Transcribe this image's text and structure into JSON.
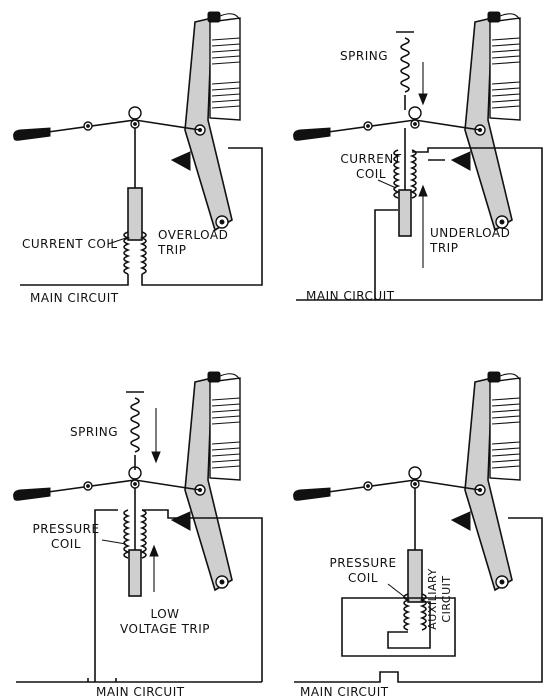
{
  "panels": [
    {
      "id": "overload",
      "labels": {
        "current_coil": "CURRENT COIL",
        "trip": "OVERLOAD TRIP",
        "circuit": "MAIN CIRCUIT"
      }
    },
    {
      "id": "underload",
      "labels": {
        "spring": "SPRING",
        "current_coil": "CURRENT COIL",
        "trip": "UNDERLOAD TRIP",
        "circuit": "MAIN CIRCUIT"
      }
    },
    {
      "id": "low-voltage",
      "labels": {
        "spring": "SPRING",
        "pressure_coil": "PRESSURE COIL",
        "trip": "LOW VOLTAGE TRIP",
        "circuit": "MAIN CIRCUIT"
      }
    },
    {
      "id": "auxiliary",
      "labels": {
        "pressure_coil": "PRESSURE COIL",
        "auxiliary": "AUXILIARY CIRCUIT",
        "circuit": "MAIN CIRCUIT"
      }
    }
  ]
}
